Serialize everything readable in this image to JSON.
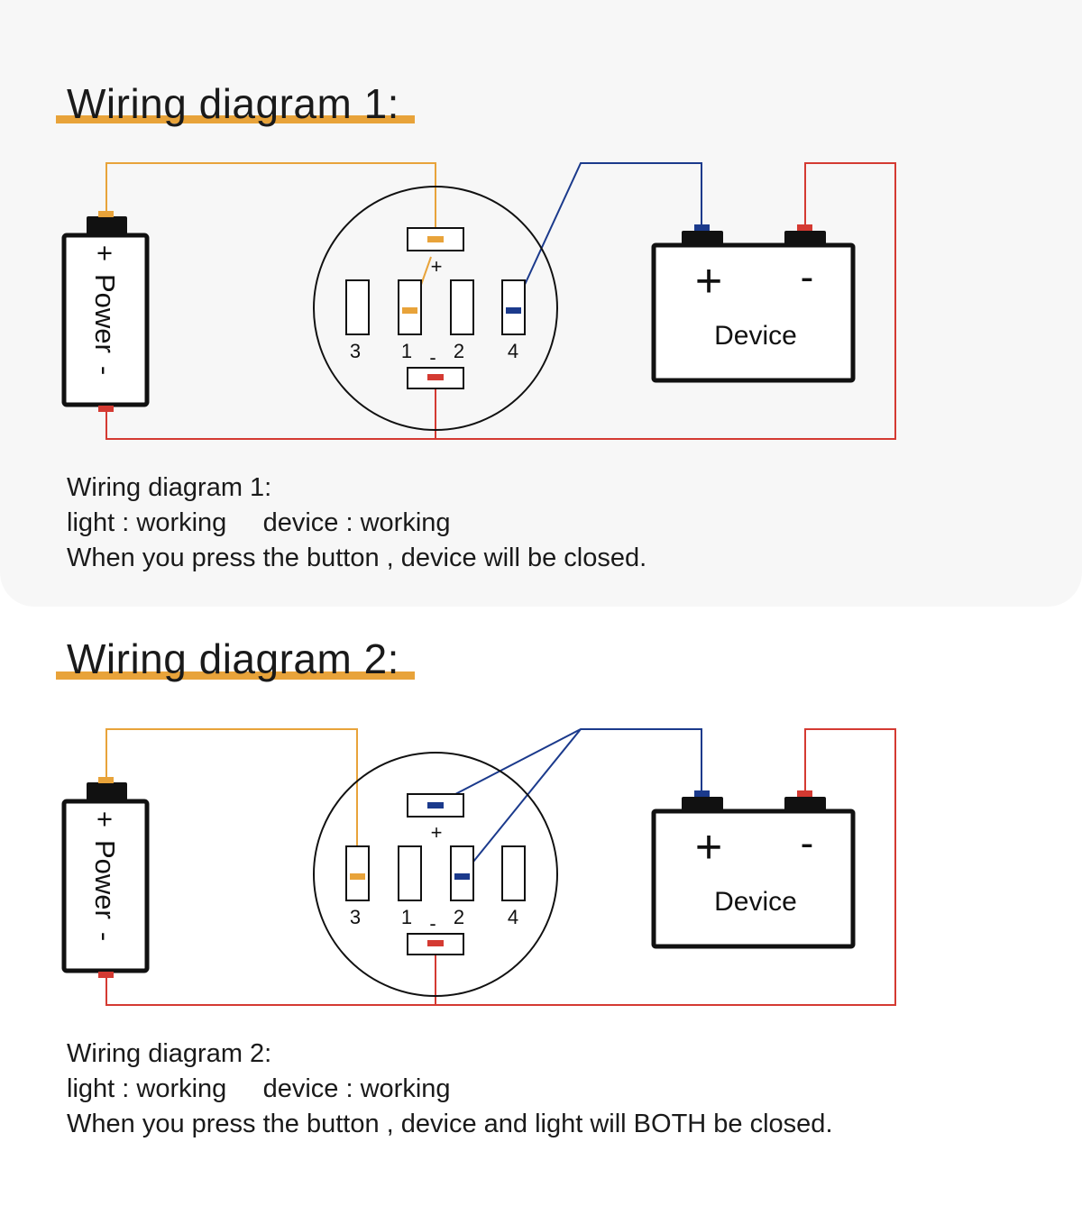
{
  "colors": {
    "orange": "#E8A33A",
    "blue": "#1B3A8C",
    "red": "#D43A32",
    "black": "#111111",
    "panel": "#F7F7F7"
  },
  "icons": [
    "battery-icon",
    "switch-terminal-icon",
    "device-block-icon"
  ],
  "diagram1": {
    "title": "Wiring diagram 1:",
    "power": {
      "plus": "+",
      "label": "Power",
      "minus": "-"
    },
    "switch": {
      "plus": "+",
      "minus": "-",
      "pins": [
        "3",
        "1",
        "2",
        "4"
      ]
    },
    "device": {
      "plus": "+",
      "minus": "-",
      "label": "Device"
    },
    "description": {
      "heading": "Wiring diagram 1:",
      "status": "light : working     device : working",
      "note": "When you press the button , device will be closed."
    }
  },
  "diagram2": {
    "title": "Wiring diagram 2:",
    "power": {
      "plus": "+",
      "label": "Power",
      "minus": "-"
    },
    "switch": {
      "plus": "+",
      "minus": "-",
      "pins": [
        "3",
        "1",
        "2",
        "4"
      ]
    },
    "device": {
      "plus": "+",
      "minus": "-",
      "label": "Device"
    },
    "description": {
      "heading": "Wiring diagram 2:",
      "status": "light : working     device : working",
      "note": "When you press the button , device and light will BOTH be closed."
    }
  }
}
